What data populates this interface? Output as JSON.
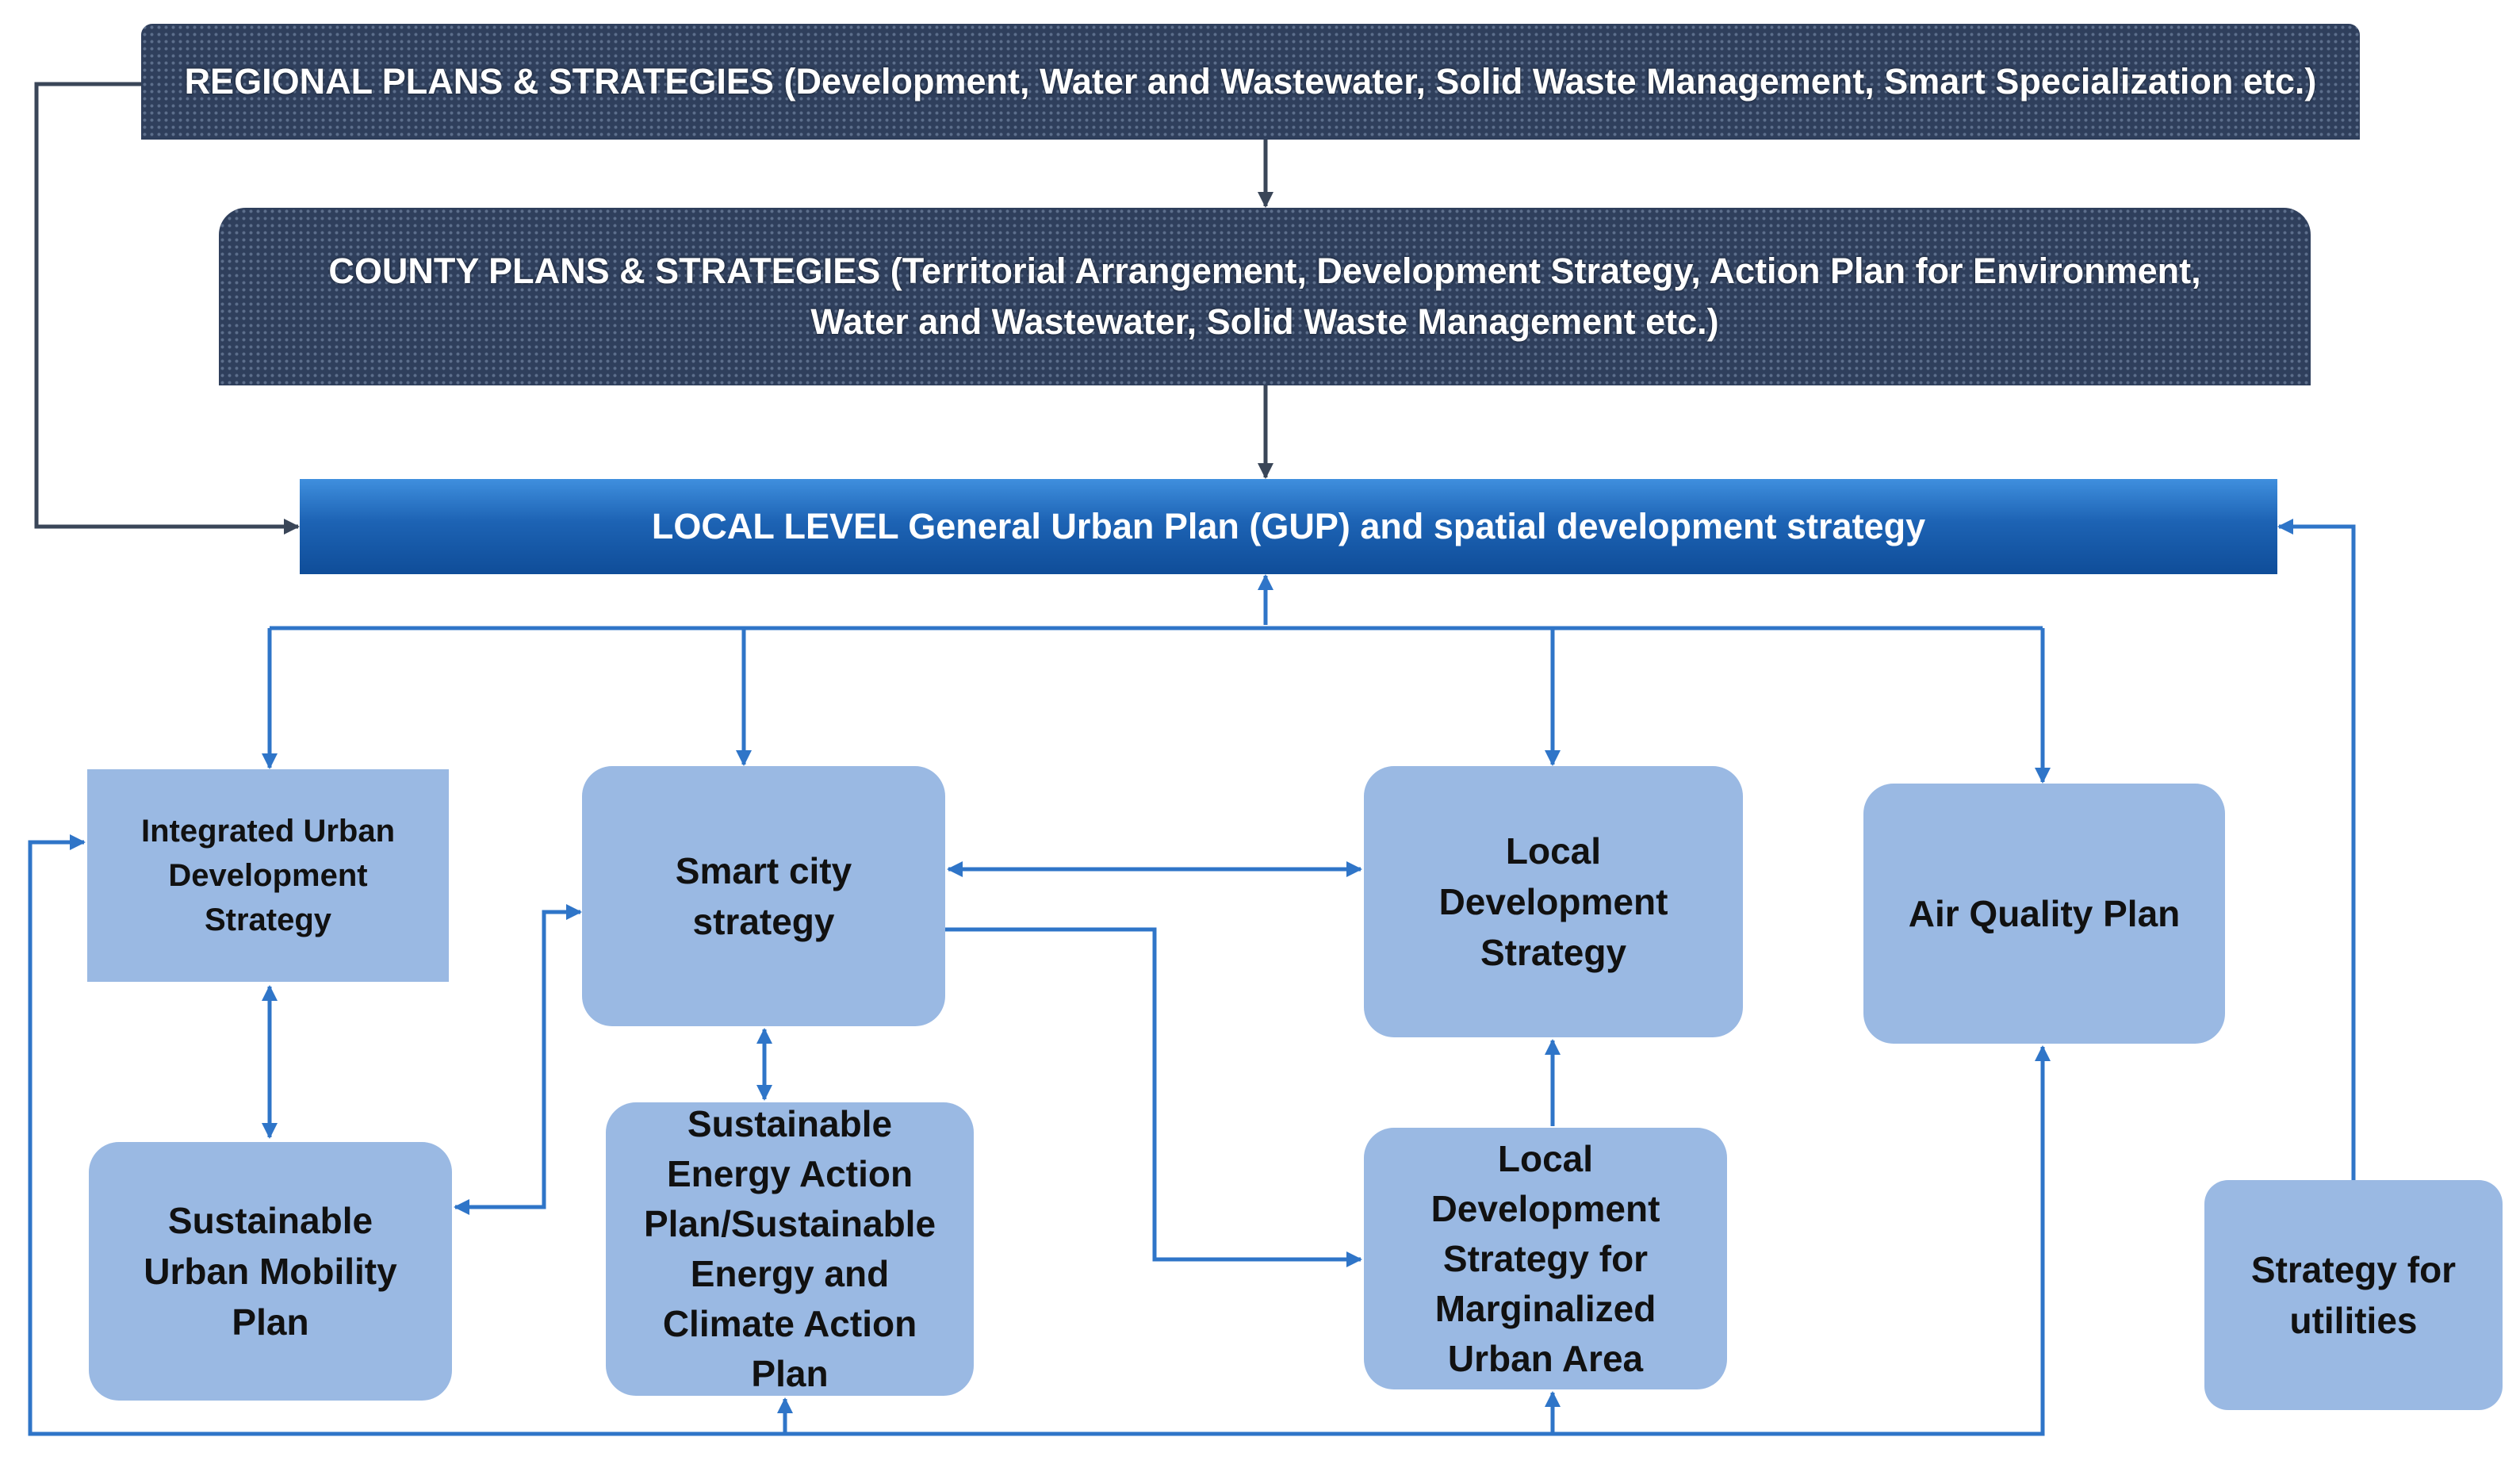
{
  "diagram": {
    "regional_plans": "REGIONAL PLANS & STRATEGIES (Development, Water and Wastewater, Solid Waste Management, Smart Specialization etc.)",
    "county_plans": "COUNTY PLANS & STRATEGIES (Territorial Arrangement,  Development Strategy, Action Plan for Environment, Water and Wastewater, Solid Waste Management etc.)",
    "local_level": "LOCAL LEVEL General Urban Plan (GUP) and spatial development strategy",
    "nodes": {
      "integrated_urban_development": "Integrated Urban\nDevelopment\nStrategy",
      "smart_city": "Smart city\nstrategy",
      "local_development": "Local\nDevelopment\nStrategy",
      "air_quality": "Air Quality Plan",
      "sustainable_mobility": "Sustainable\nUrban Mobility\nPlan",
      "energy_action": "Sustainable\nEnergy Action\nPlan/Sustainable\nEnergy and\nClimate Action\nPlan",
      "marginalized_area": "Local\nDevelopment\nStrategy for\nMarginalized\nUrban Area",
      "utilities": "Strategy for\nutilities"
    },
    "colors": {
      "dark_box": "#2f3f5c",
      "local_bar": "#1d63b4",
      "node_fill": "#9ab9e3",
      "blue_line": "#2f75c8",
      "dark_line": "#3a4658"
    }
  }
}
